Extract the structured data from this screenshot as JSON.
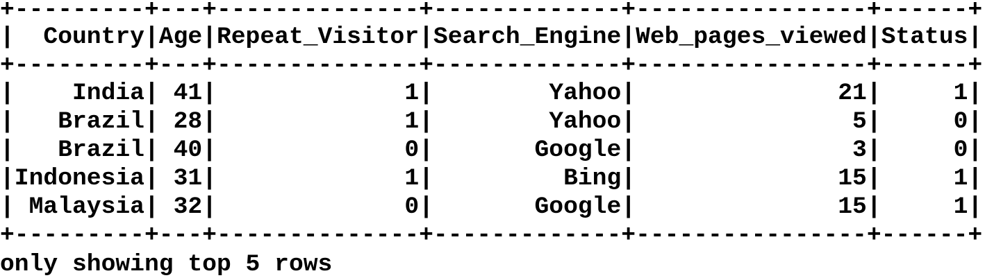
{
  "table": {
    "columns": [
      "Country",
      "Age",
      "Repeat_Visitor",
      "Search_Engine",
      "Web_pages_viewed",
      "Status"
    ],
    "rows": [
      [
        "India",
        "41",
        "1",
        "Yahoo",
        "21",
        "1"
      ],
      [
        "Brazil",
        "28",
        "1",
        "Yahoo",
        "5",
        "0"
      ],
      [
        "Brazil",
        "40",
        "0",
        "Google",
        "3",
        "0"
      ],
      [
        "Indonesia",
        "31",
        "1",
        "Bing",
        "15",
        "1"
      ],
      [
        "Malaysia",
        "32",
        "0",
        "Google",
        "15",
        "1"
      ]
    ]
  },
  "footer": "only showing top 5 rows"
}
